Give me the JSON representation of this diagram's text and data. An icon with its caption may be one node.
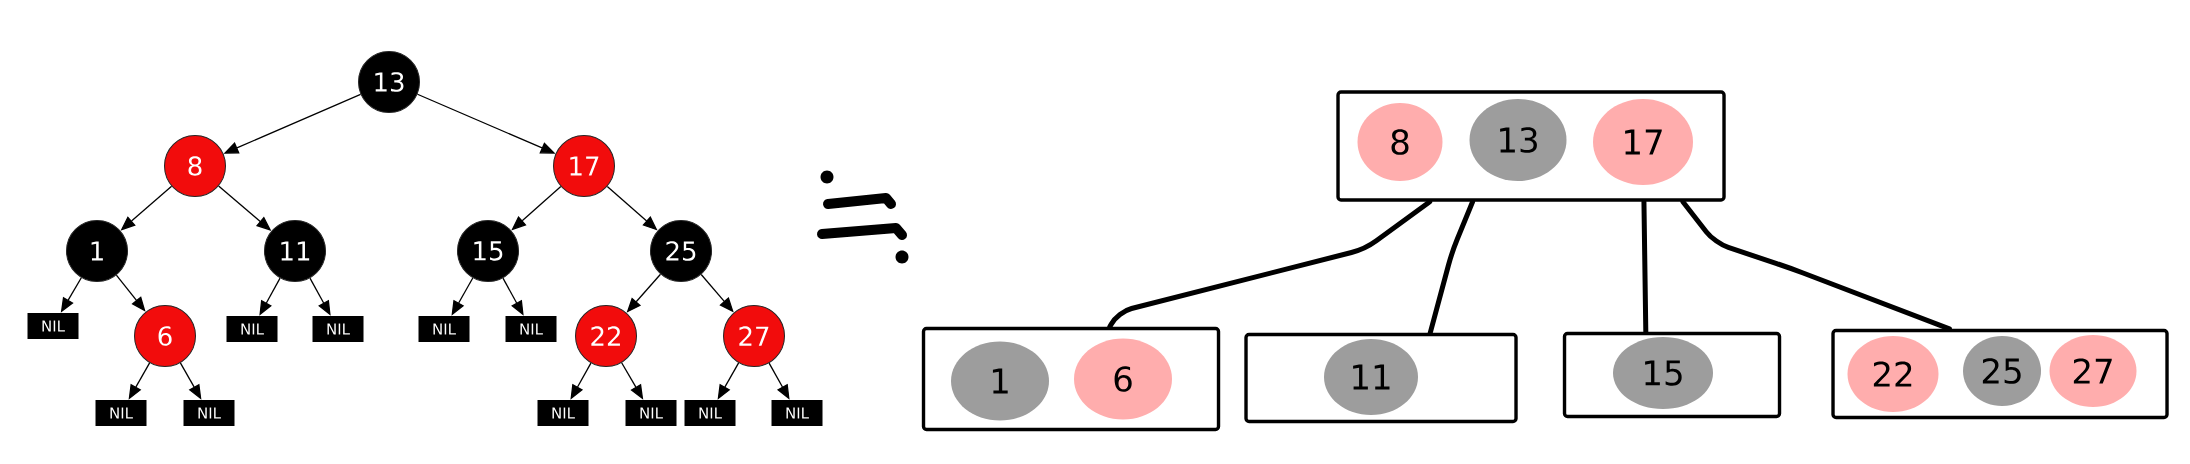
{
  "diagram": {
    "nodes": [
      {
        "text": [
          "13"
        ]
      },
      {
        "text": [
          "8"
        ]
      },
      {
        "text": [
          "17"
        ]
      },
      {
        "text": [
          "1"
        ]
      },
      {
        "text": [
          "11"
        ]
      },
      {
        "text": [
          "15"
        ]
      },
      {
        "text": [
          "25"
        ]
      },
      {
        "text": [
          "NIL"
        ]
      },
      {
        "text": [
          "6"
        ]
      },
      {
        "text": [
          "NIL"
        ]
      },
      {
        "text": [
          "NIL"
        ]
      },
      {
        "text": [
          "NIL"
        ]
      },
      {
        "text": [
          "NIL"
        ]
      },
      {
        "text": [
          "22"
        ]
      },
      {
        "text": [
          "27"
        ]
      },
      {
        "text": [
          "NIL"
        ]
      },
      {
        "text": [
          "NIL"
        ]
      },
      {
        "text": [
          "NIL"
        ]
      },
      {
        "text": [
          "NIL"
        ]
      },
      {
        "text": [
          "NIL"
        ]
      },
      {
        "text": [
          "NIL"
        ]
      },
      {
        "text": [],
        "shape": "box"
      },
      {
        "text": [
          "8"
        ],
        "in": 21
      },
      {
        "text": [
          "13"
        ],
        "in": 21
      },
      {
        "text": [
          "17"
        ],
        "in": 21
      },
      {
        "text": [],
        "shape": "box"
      },
      {
        "text": [
          "1"
        ],
        "in": 25
      },
      {
        "text": [
          "6"
        ],
        "in": 25
      },
      {
        "text": [],
        "shape": "box"
      },
      {
        "text": [
          "11"
        ],
        "in": 28
      },
      {
        "text": [],
        "shape": "box"
      },
      {
        "text": [
          "15"
        ],
        "in": 30
      },
      {
        "text": [],
        "shape": "box"
      },
      {
        "text": [
          "22"
        ],
        "in": 32
      },
      {
        "text": [
          "25"
        ],
        "in": 32
      },
      {
        "text": [
          "27"
        ],
        "in": 32
      }
    ],
    "edges": [
      {
        "from": 0,
        "to": 1,
        "arrow": "to"
      },
      {
        "from": 0,
        "to": 2,
        "arrow": "to"
      },
      {
        "from": 1,
        "to": 3,
        "arrow": "to"
      },
      {
        "from": 1,
        "to": 4,
        "arrow": "to"
      },
      {
        "from": 2,
        "to": 5,
        "arrow": "to"
      },
      {
        "from": 2,
        "to": 6,
        "arrow": "to"
      },
      {
        "from": 3,
        "to": 7,
        "arrow": "to"
      },
      {
        "from": 3,
        "to": 8,
        "arrow": "to"
      },
      {
        "from": 4,
        "to": 9,
        "arrow": "to"
      },
      {
        "from": 4,
        "to": 10,
        "arrow": "to"
      },
      {
        "from": 5,
        "to": 11,
        "arrow": "to"
      },
      {
        "from": 5,
        "to": 12,
        "arrow": "to"
      },
      {
        "from": 6,
        "to": 13,
        "arrow": "to"
      },
      {
        "from": 6,
        "to": 14,
        "arrow": "to"
      },
      {
        "from": 8,
        "to": 15,
        "arrow": "to"
      },
      {
        "from": 8,
        "to": 16,
        "arrow": "to"
      },
      {
        "from": 13,
        "to": 17,
        "arrow": "to"
      },
      {
        "from": 13,
        "to": 18,
        "arrow": "to"
      },
      {
        "from": 14,
        "to": 19,
        "arrow": "to"
      },
      {
        "from": 14,
        "to": 20,
        "arrow": "to"
      },
      {
        "from": 21,
        "to": 25,
        "arrow": "none",
        "style": "thick"
      },
      {
        "from": 21,
        "to": 28,
        "arrow": "none",
        "style": "thick"
      },
      {
        "from": 21,
        "to": 30,
        "arrow": "none",
        "style": "thick"
      },
      {
        "from": 21,
        "to": 32,
        "arrow": "none",
        "style": "thick"
      }
    ]
  }
}
